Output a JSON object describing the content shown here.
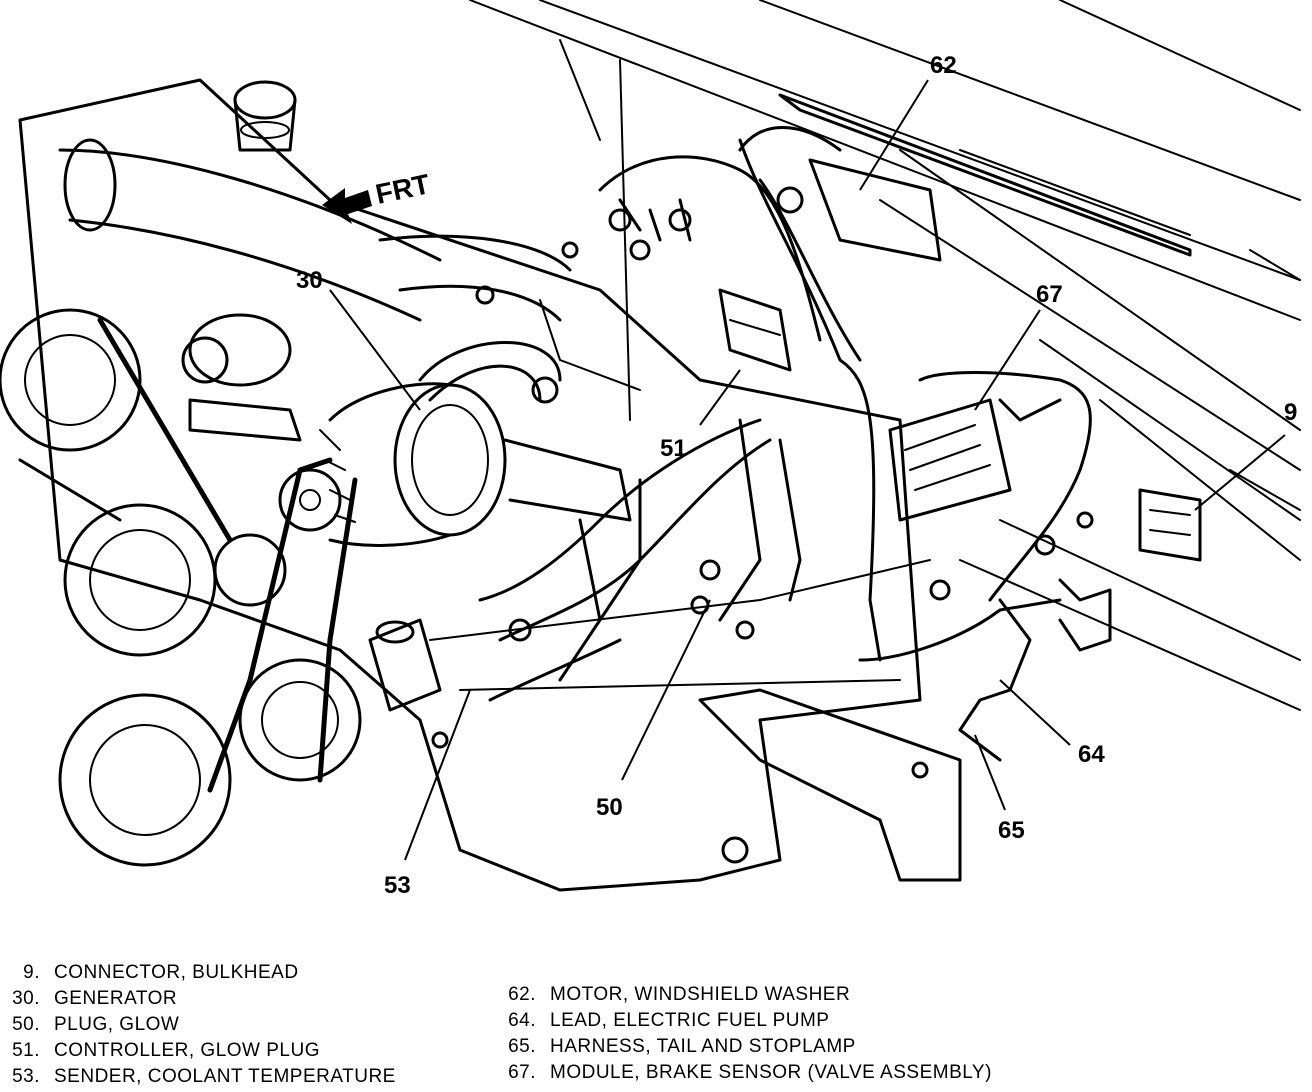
{
  "direction_label": "FRT",
  "callouts": {
    "c9": "9",
    "c30": "30",
    "c50": "50",
    "c51": "51",
    "c53": "53",
    "c62": "62",
    "c64": "64",
    "c65": "65",
    "c67": "67"
  },
  "legend": {
    "left": [
      {
        "num": "9.",
        "text": "CONNECTOR, BULKHEAD"
      },
      {
        "num": "30.",
        "text": "GENERATOR"
      },
      {
        "num": "50.",
        "text": "PLUG, GLOW"
      },
      {
        "num": "51.",
        "text": "CONTROLLER, GLOW PLUG"
      },
      {
        "num": "53.",
        "text": "SENDER, COOLANT TEMPERATURE"
      }
    ],
    "right": [
      {
        "num": "62.",
        "text": "MOTOR, WINDSHIELD WASHER"
      },
      {
        "num": "64.",
        "text": "LEAD, ELECTRIC FUEL PUMP"
      },
      {
        "num": "65.",
        "text": "HARNESS, TAIL AND STOPLAMP"
      },
      {
        "num": "67.",
        "text": "MODULE, BRAKE SENSOR (VALVE ASSEMBLY)"
      }
    ]
  }
}
